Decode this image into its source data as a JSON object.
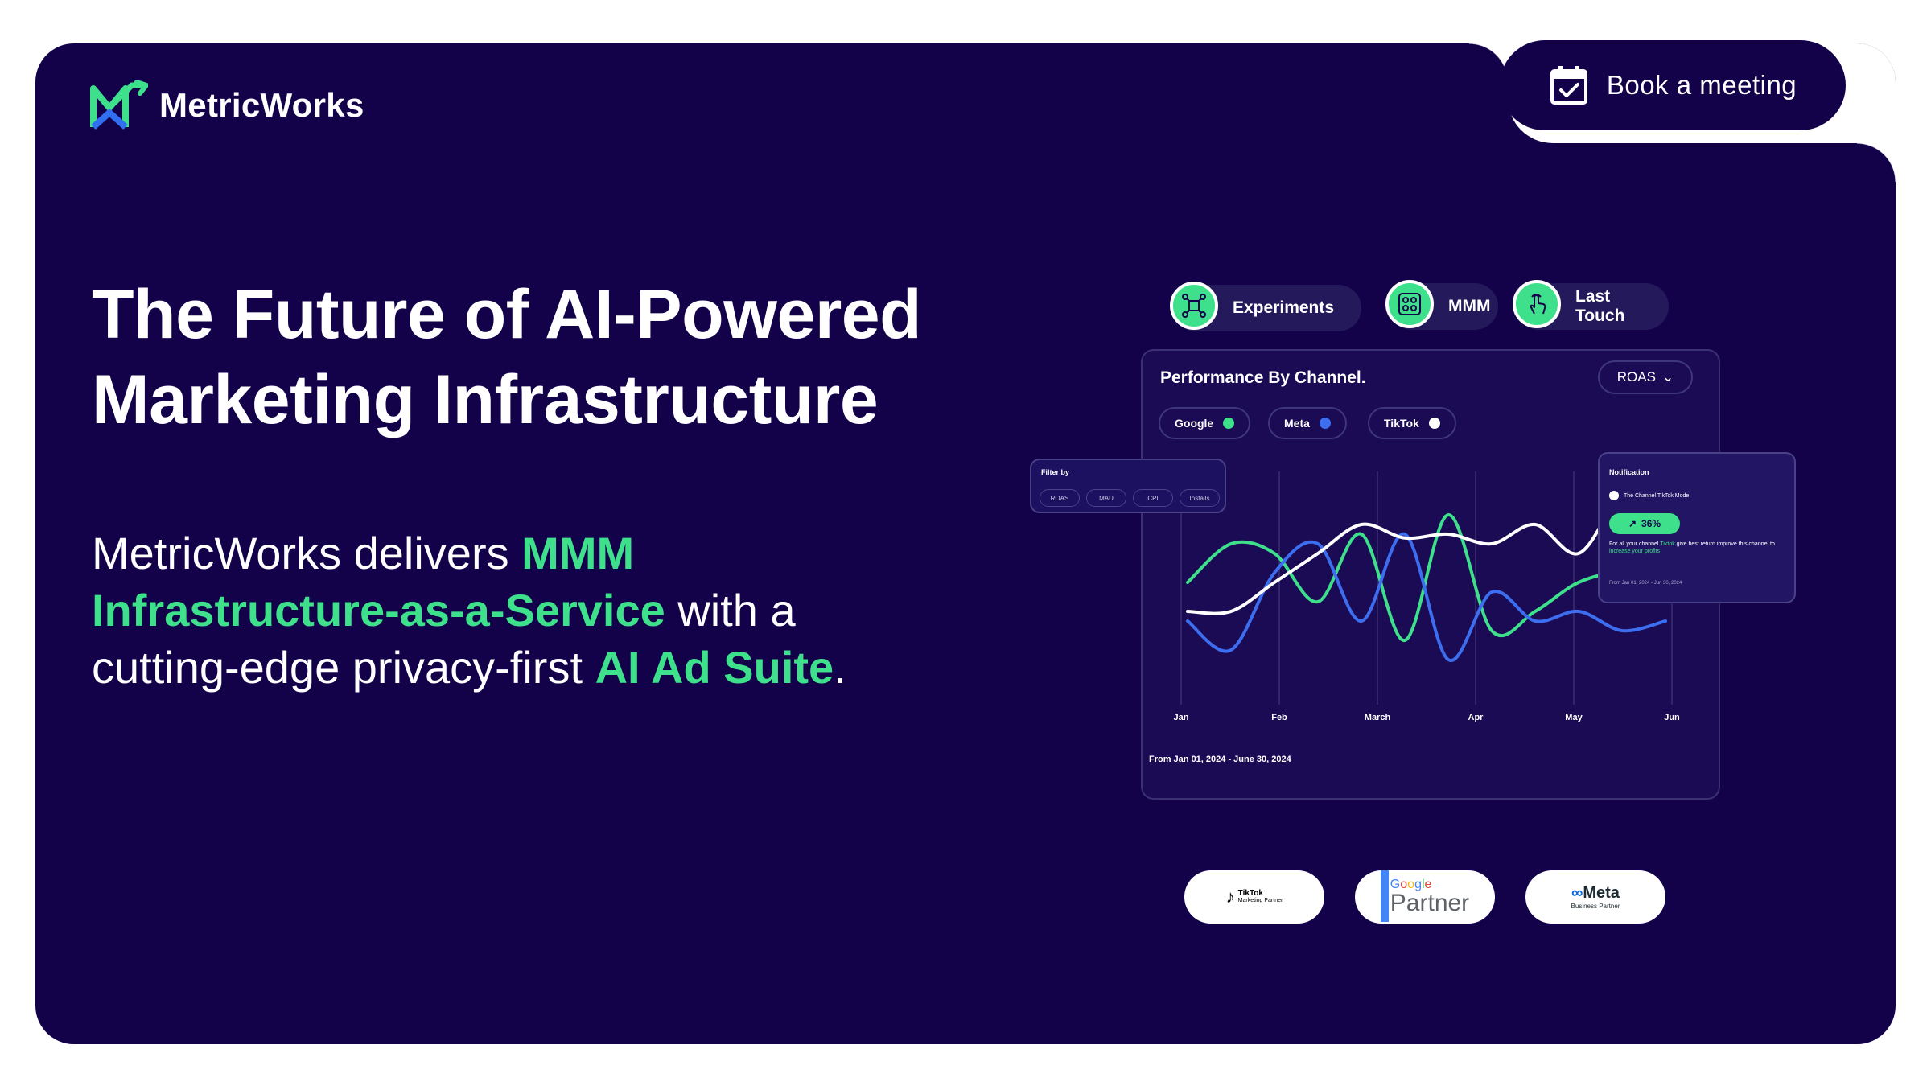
{
  "brand": {
    "name": "MetricWorks"
  },
  "cta": {
    "book_label": "Book a meeting"
  },
  "headline": {
    "line1": "The Future of AI-Powered",
    "line2": "Marketing Infrastructure"
  },
  "subtext": {
    "part1": "MetricWorks delivers ",
    "hl1": "MMM Infrastructure-as-a-Service",
    "part2": " with a cutting-edge privacy-first ",
    "hl2": "AI Ad Suite",
    "part3": "."
  },
  "feature_pills": [
    {
      "label": "Experiments",
      "icon": "flask-network-icon"
    },
    {
      "label": "MMM",
      "icon": "nodes-icon"
    },
    {
      "label": "Last Touch",
      "icon": "pointer-hand-icon"
    }
  ],
  "panel": {
    "title": "Performance By Channel.",
    "select_value": "ROAS",
    "channels": [
      {
        "label": "Google",
        "color": "#3ee08b"
      },
      {
        "label": "Meta",
        "color": "#3d6ef0"
      },
      {
        "label": "TikTok",
        "color": "#ffffff"
      }
    ],
    "date_range": "From Jan 01, 2024 - June 30, 2024"
  },
  "filter": {
    "title": "Filter by",
    "options": [
      "ROAS",
      "MAU",
      "CPI",
      "Installs"
    ]
  },
  "notification": {
    "title": "Notification",
    "line": "The Channel TikTok Mode",
    "badge": "36%",
    "desc_a": "For all your channel ",
    "desc_b": "Tiktok",
    "desc_c": " give best return improve this channel to ",
    "desc_d": "increase your profits",
    "date": "From Jan 01, 2024 - Jun 30, 2024"
  },
  "partners": {
    "tiktok_1": "TikTok",
    "tiktok_2": "Marketing Partner",
    "google_1": "Google",
    "google_2": "Partner",
    "meta_1": "Meta",
    "meta_2": "Business Partner"
  },
  "chart_data": {
    "type": "line",
    "categories": [
      "Jan",
      "Feb",
      "March",
      "Apr",
      "May",
      "Jun"
    ],
    "series": [
      {
        "name": "Google",
        "color": "#3ee08b",
        "values": [
          0.55,
          0.75,
          0.7,
          0.45,
          0.8,
          0.25,
          0.9,
          0.3,
          0.4,
          0.55,
          0.6,
          0.55
        ]
      },
      {
        "name": "Meta",
        "color": "#3d6ef0",
        "values": [
          0.35,
          0.2,
          0.6,
          0.75,
          0.35,
          0.8,
          0.15,
          0.5,
          0.35,
          0.4,
          0.3,
          0.35
        ]
      },
      {
        "name": "TikTok",
        "color": "#ffffff",
        "values": [
          0.4,
          0.4,
          0.55,
          0.7,
          0.85,
          0.78,
          0.8,
          0.75,
          0.85,
          0.7,
          1.0,
          1.02
        ]
      }
    ]
  }
}
